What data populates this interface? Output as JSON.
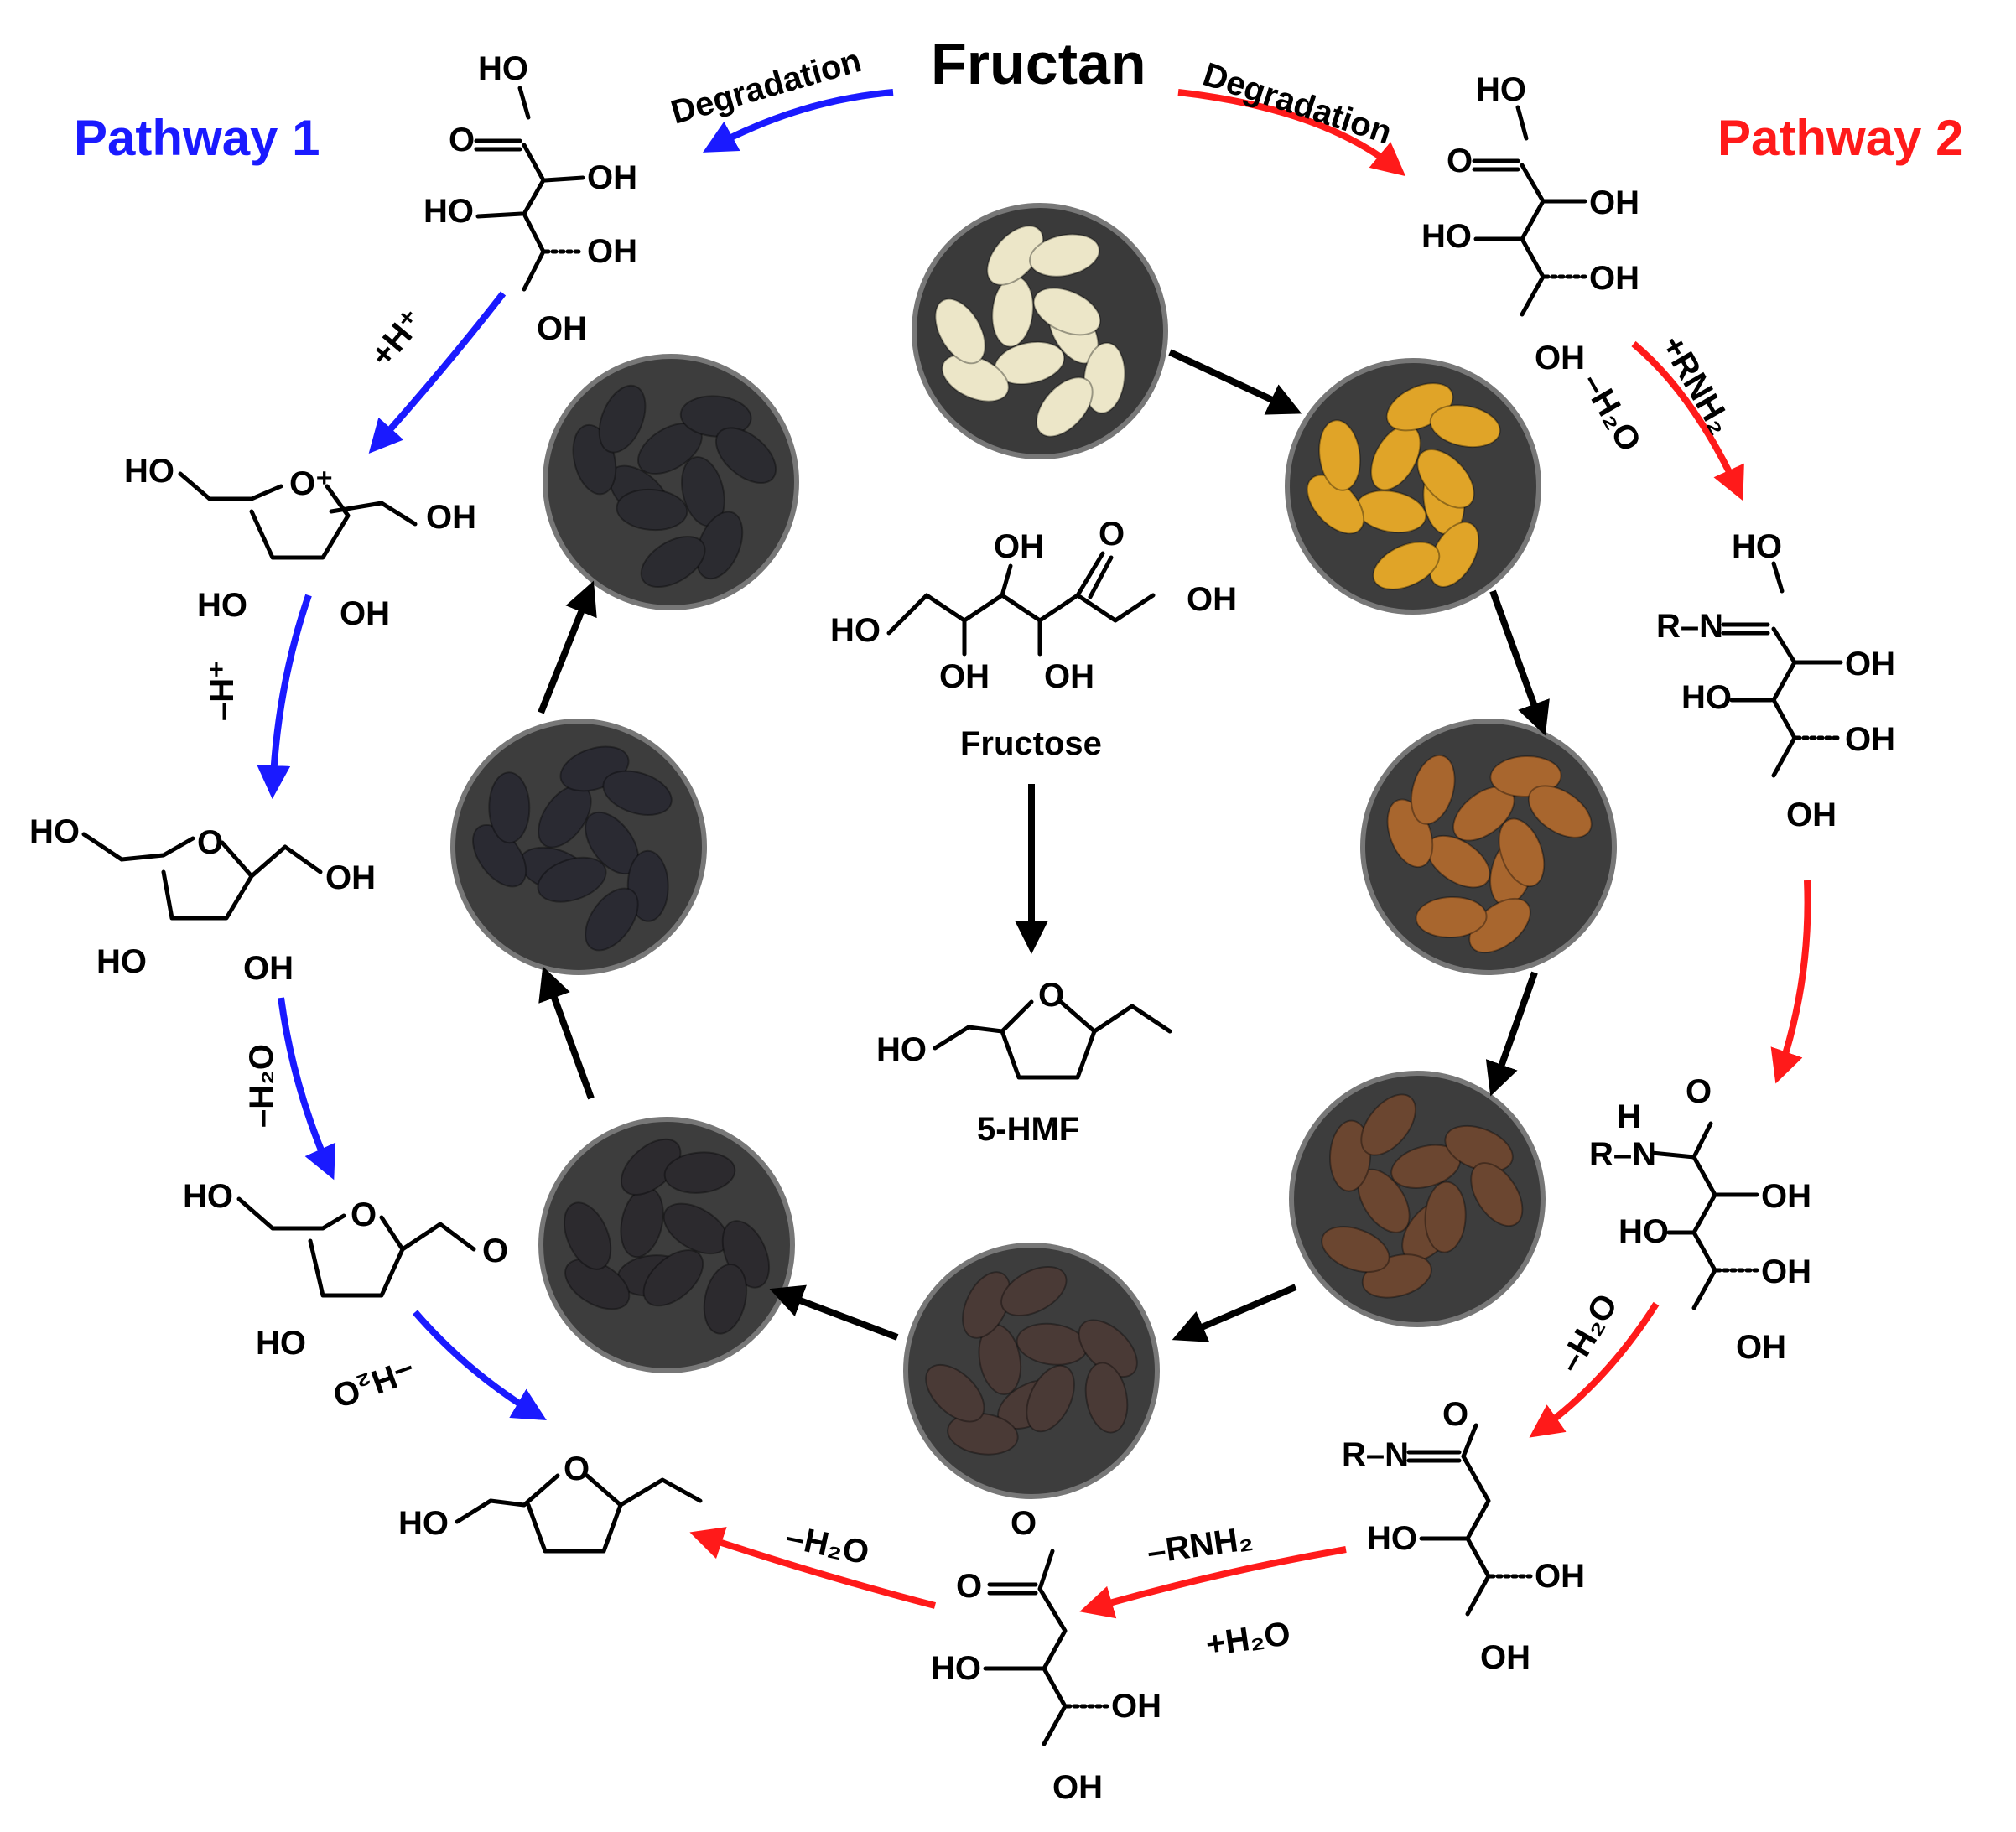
{
  "title": "Fructan",
  "pathway1": {
    "label": "Pathway 1",
    "color": "#1a1aff"
  },
  "pathway2": {
    "label": "Pathway 2",
    "color": "#ff1a1a"
  },
  "center": {
    "fructose": "Fructose",
    "hmf": "5-HMF"
  },
  "steps": {
    "degradation": "Degradation",
    "add_h": "+H⁺",
    "remove_h": "–H⁺",
    "remove_water": "–H₂O",
    "add_amine": "+RNH₂",
    "remove_amine": "–RNH₂",
    "add_water": "+H₂O"
  },
  "atoms": {
    "ho": "HO",
    "oh": "OH",
    "o": "O",
    "o_plus": "O⁺",
    "rn": "R–N",
    "rhn": "R–N",
    "h": "H"
  },
  "dishes": [
    {
      "stage": "raw garlic",
      "bg": "#3a3a3a",
      "clove": "#ece6c8"
    },
    {
      "stage": "golden",
      "bg": "#3d3d3d",
      "clove": "#e0a428"
    },
    {
      "stage": "amber",
      "bg": "#3d3d3d",
      "clove": "#a8662e"
    },
    {
      "stage": "brown",
      "bg": "#3d3d3d",
      "clove": "#6b4630"
    },
    {
      "stage": "dark brown",
      "bg": "#3d3d3d",
      "clove": "#4a3a36"
    },
    {
      "stage": "black",
      "bg": "#3d3d3d",
      "clove": "#2c2a2e"
    },
    {
      "stage": "black",
      "bg": "#3d3d3d",
      "clove": "#2a2a32"
    },
    {
      "stage": "black",
      "bg": "#3d3d3d",
      "clove": "#2b2b30"
    }
  ]
}
